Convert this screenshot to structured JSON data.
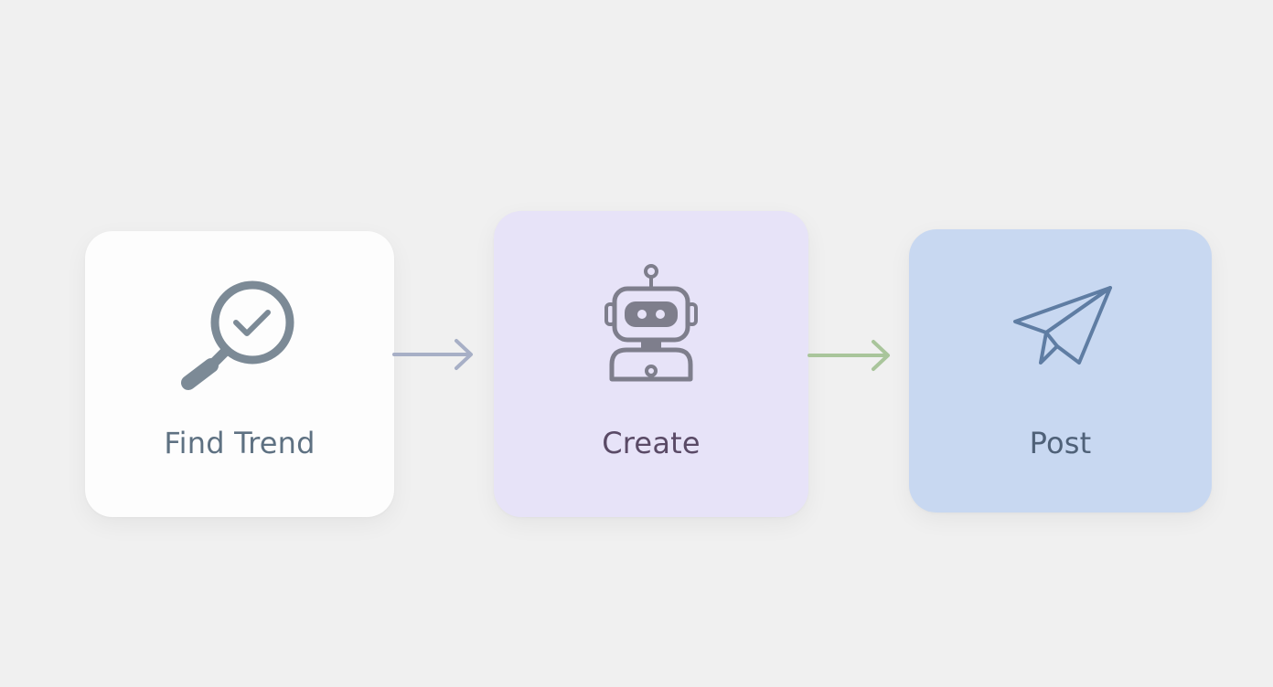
{
  "steps": [
    {
      "label": "Find Trend",
      "icon": "magnifier-check-icon",
      "color": "#fdfdfd"
    },
    {
      "label": "Create",
      "icon": "robot-icon",
      "color": "#e7e3f8"
    },
    {
      "label": "Post",
      "icon": "paper-plane-icon",
      "color": "#c8d8f1"
    }
  ],
  "arrows": [
    {
      "color": "#a7afc6"
    },
    {
      "color": "#a9c59b"
    }
  ],
  "background": "#f0f0f0"
}
